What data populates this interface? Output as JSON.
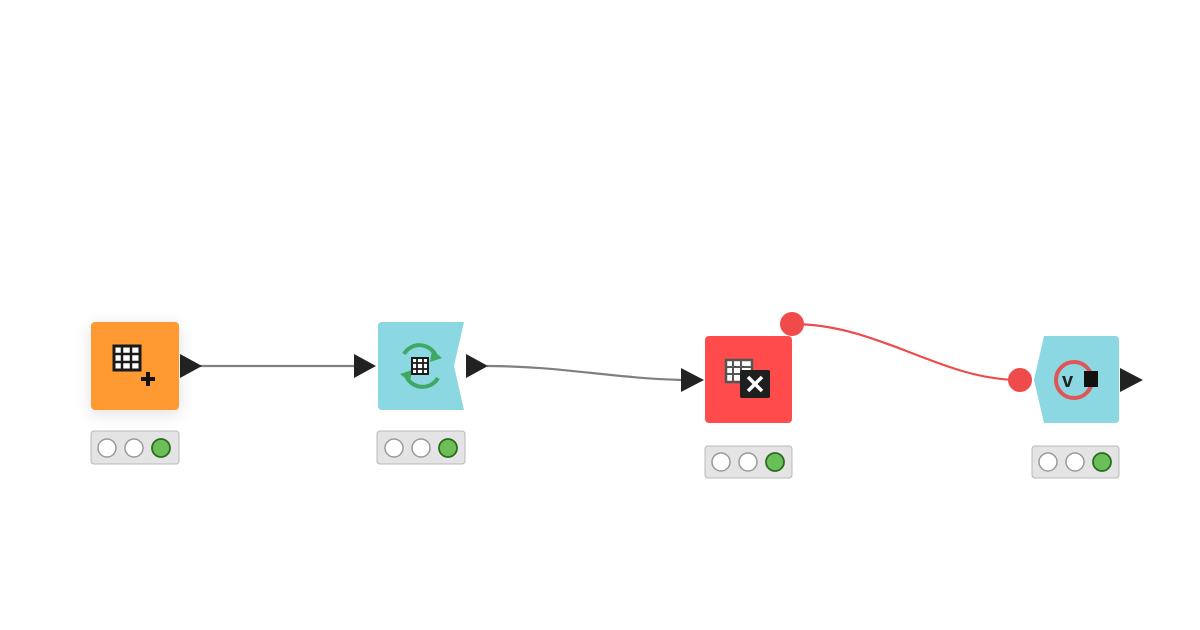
{
  "workflow": {
    "nodes": [
      {
        "id": "table-creator",
        "kind": "source",
        "color": "#FF9A33",
        "icon": "table-plus-icon",
        "status": [
          "inactive",
          "inactive",
          "executed"
        ]
      },
      {
        "id": "table-row-to-variable-loop",
        "kind": "loop",
        "color": "#8BD7E2",
        "icon": "table-loop-icon",
        "status": [
          "inactive",
          "inactive",
          "executed"
        ]
      },
      {
        "id": "table-to-variable",
        "kind": "other",
        "color": "#FF4B4B",
        "icon": "table-x-icon",
        "status": [
          "inactive",
          "inactive",
          "executed"
        ]
      },
      {
        "id": "variable-loop-end",
        "kind": "loop-end",
        "color": "#8BD7E2",
        "icon": "variable-stop-icon",
        "status": [
          "inactive",
          "inactive",
          "executed"
        ]
      }
    ],
    "connections": [
      {
        "from": "table-creator",
        "to": "table-row-to-variable-loop",
        "type": "data",
        "color": "#808080"
      },
      {
        "from": "table-row-to-variable-loop",
        "to": "table-to-variable",
        "type": "data",
        "color": "#808080"
      },
      {
        "from": "table-to-variable",
        "to": "variable-loop-end",
        "type": "flow-variable",
        "color": "#F04B4B"
      }
    ],
    "status_colors": {
      "inactive": "#ffffff",
      "executed": "#6BBF59"
    },
    "port_color": "#222222",
    "flow_variable_port_color": "#F04B4B"
  }
}
